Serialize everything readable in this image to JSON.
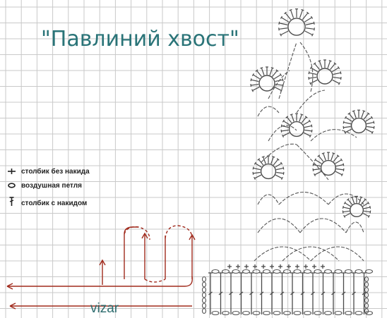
{
  "title": "\"Павлиний хвост\"",
  "legend": {
    "items": [
      {
        "symbol": "sc-symbol",
        "label": "столбик без накида"
      },
      {
        "symbol": "chain-symbol",
        "label": "воздушная петля"
      },
      {
        "symbol": "dc-symbol",
        "label": "столбик с накидом"
      }
    ]
  },
  "watermark": "vizar",
  "colors": {
    "title": "#2a7478",
    "grid": "#c9c9c9",
    "arrows": "#a02a1c",
    "stitches": "#4a4a4a"
  }
}
